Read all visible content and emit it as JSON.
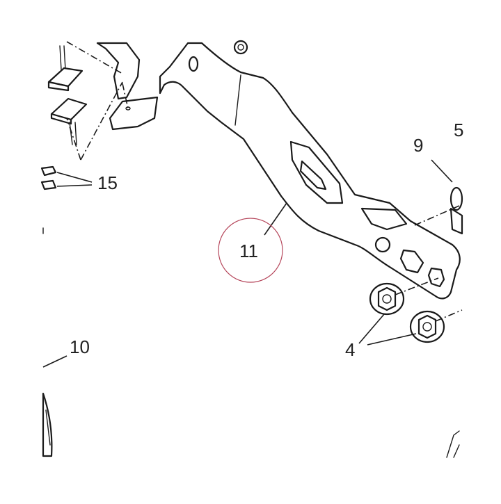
{
  "diagram": {
    "callouts": {
      "c4": "4",
      "c5": "5",
      "c9": "9",
      "c10": "10",
      "c11": "11",
      "c15": "15"
    },
    "highlight_color": "#b5455a",
    "line_color": "#1a1a1a"
  }
}
